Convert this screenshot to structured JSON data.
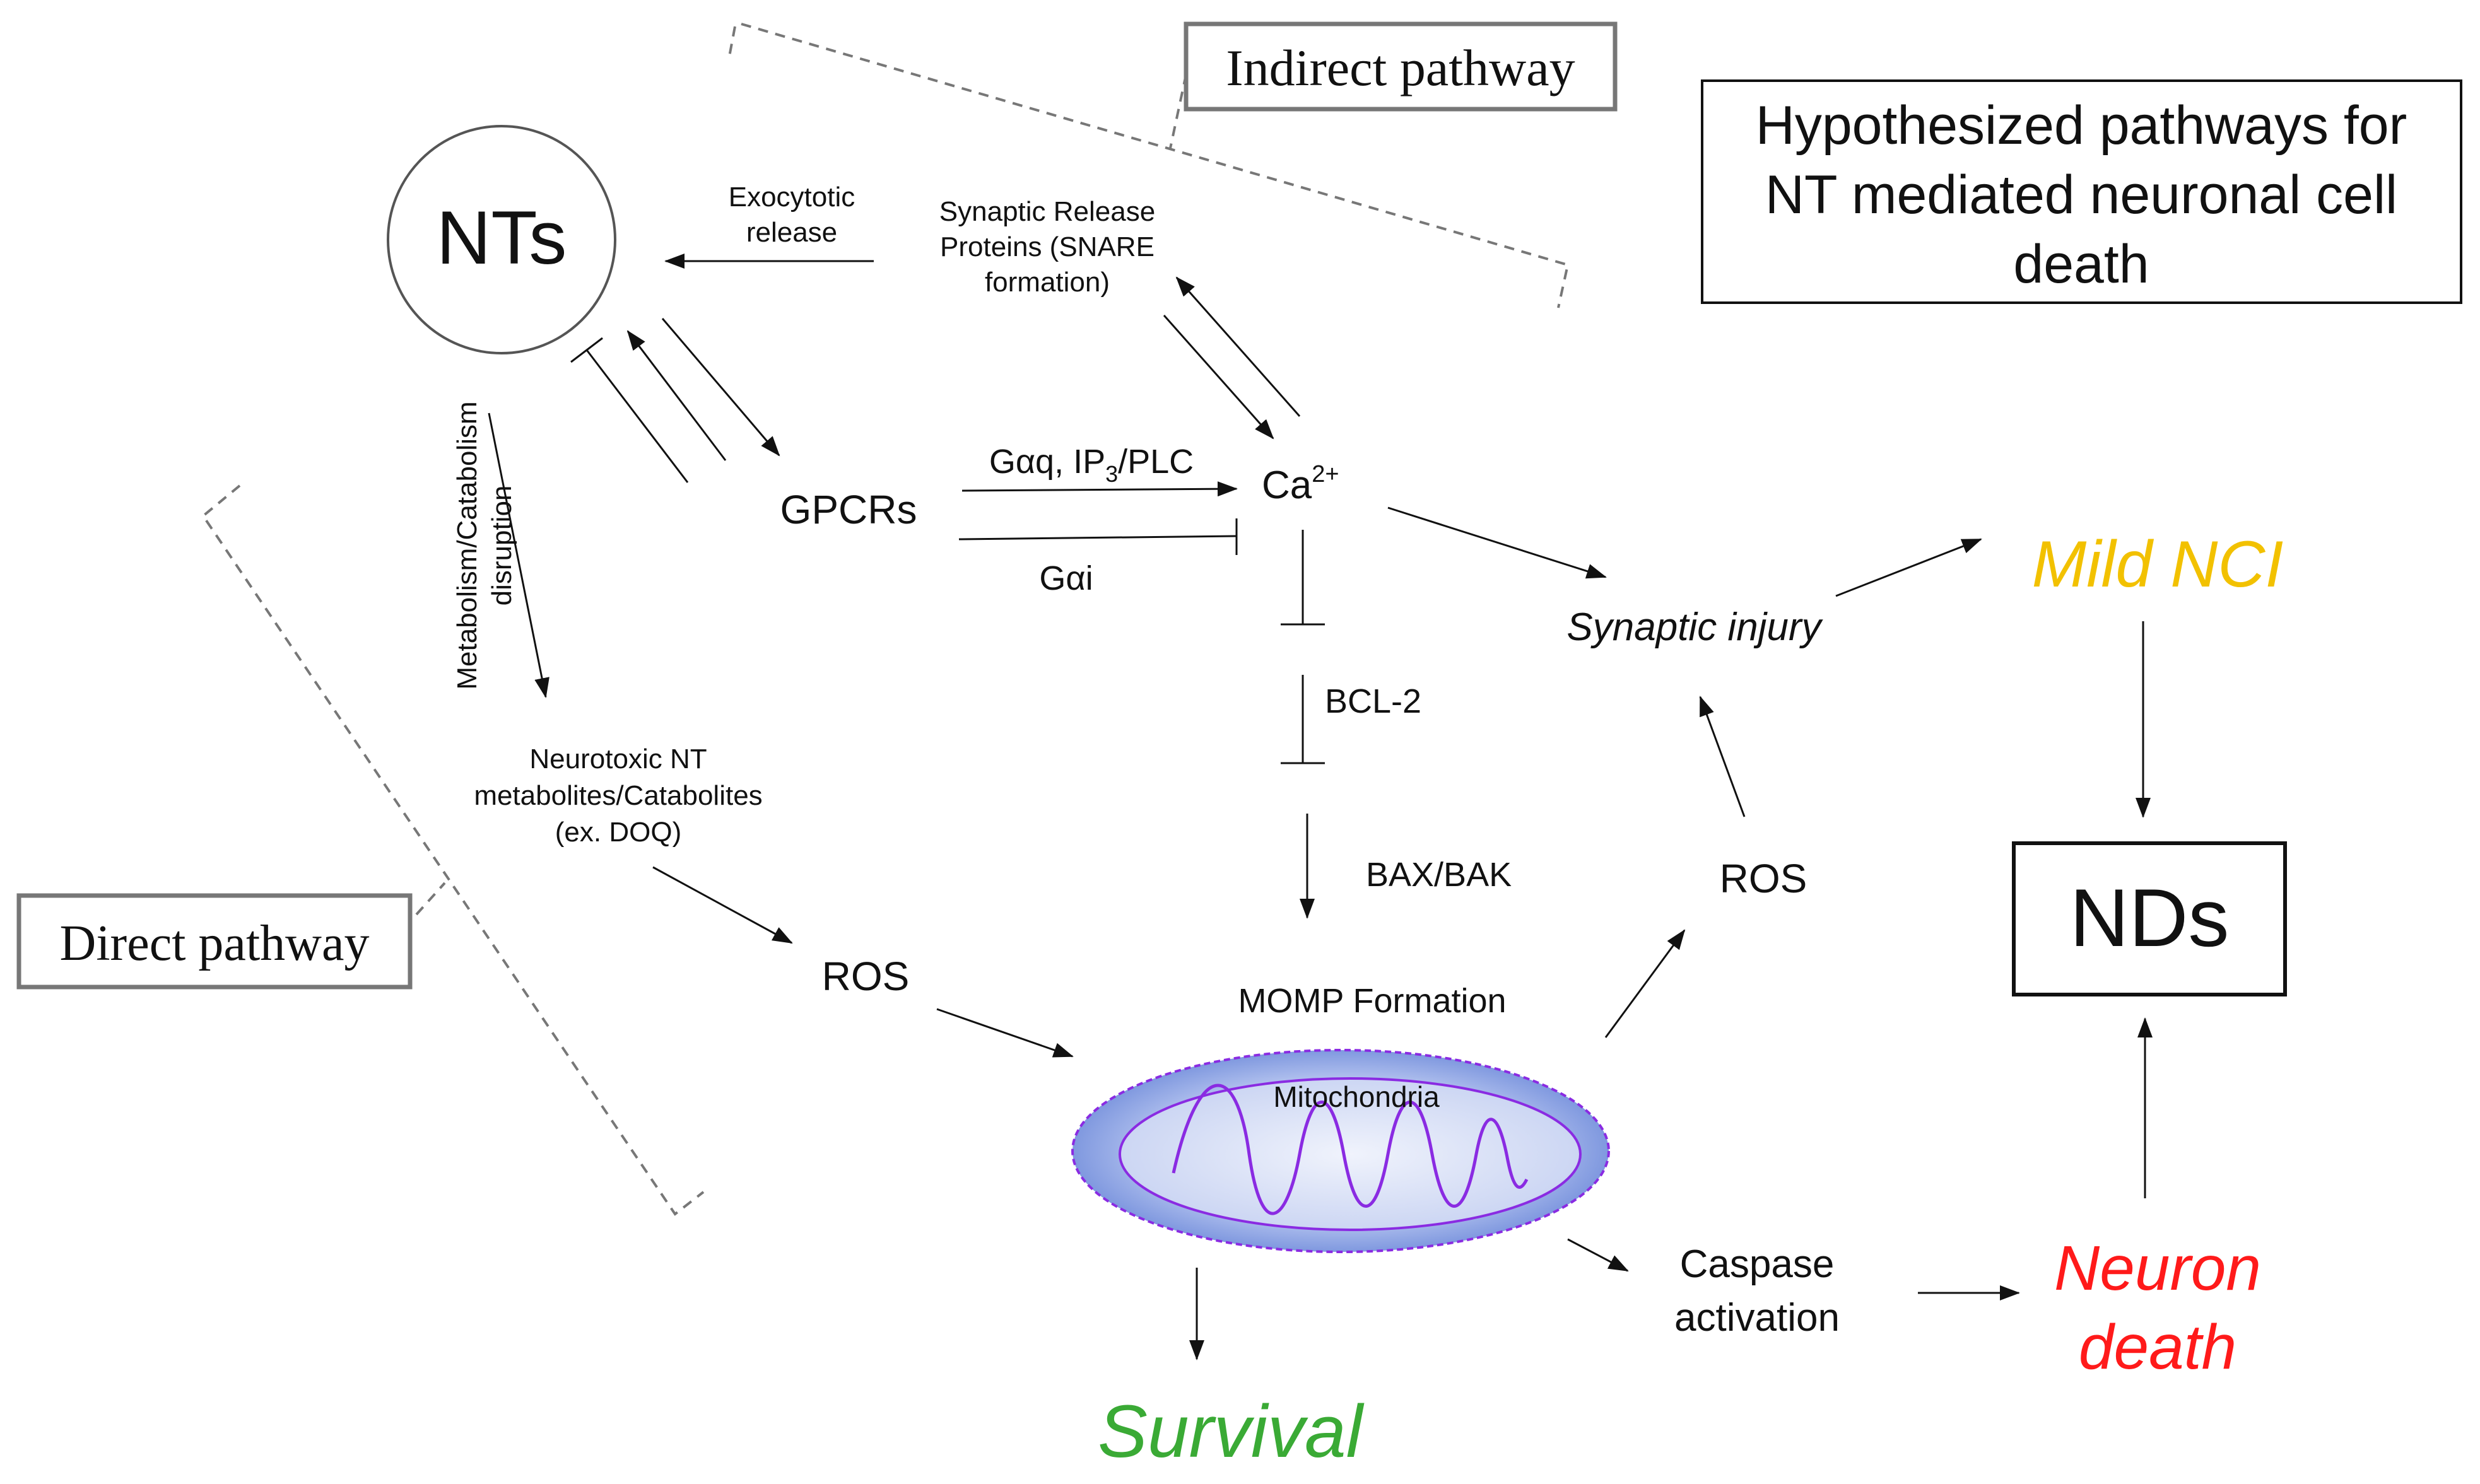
{
  "title": {
    "lines": [
      "Hypothesized pathways for",
      "NT mediated neuronal cell",
      "death"
    ]
  },
  "brackets": {
    "indirect": "Indirect pathway",
    "direct": "Direct pathway"
  },
  "nodes": {
    "nts": "NTs",
    "gpcrs": "GPCRs",
    "ca_base": "Ca",
    "ca_sup": "2+",
    "snare_lines": [
      "Synaptic Release",
      "Proteins (SNARE",
      "formation)"
    ],
    "neurotoxic_lines": [
      "Neurotoxic NT",
      "metabolites/Catabolites",
      "(ex. DOQ)"
    ],
    "ros_left": "ROS",
    "ros_right": "ROS",
    "bcl2": "BCL-2",
    "baxbak": "BAX/BAK",
    "momp": "MOMP Formation",
    "mitochondria": "Mitochondria",
    "synaptic_injury": "Synaptic injury",
    "mild_nci": "Mild NCI",
    "nds": "NDs",
    "caspase_lines": [
      "Caspase",
      "activation"
    ],
    "neuron_death_lines": [
      "Neuron",
      "death"
    ],
    "survival": "Survival"
  },
  "edge_labels": {
    "exocytotic_lines": [
      "Exocytotic",
      "release"
    ],
    "gaq_pre": "Gαq, IP",
    "gaq_sub": "3",
    "gaq_post": "/PLC",
    "gai": "Gαi",
    "metabolism_lines": [
      "Metabolism/Catabolism",
      "disruption"
    ]
  },
  "colors": {
    "mild_nci": "#f2c100",
    "neuron_death": "#ff1a1a",
    "survival": "#3aaa35",
    "mito_outer": "#8fa6e6",
    "mito_inner": "#d9e0f6",
    "mito_line": "#8a2be2"
  }
}
